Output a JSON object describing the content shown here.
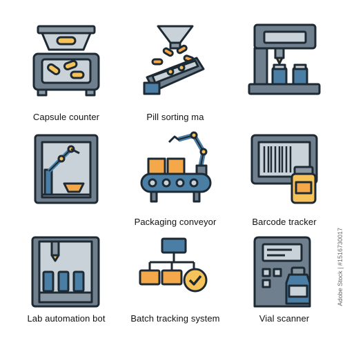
{
  "icons": [
    {
      "label": "Capsule counter",
      "icon": "capsule-counter-icon"
    },
    {
      "label": "Pill sorting ma",
      "icon": "pill-sorting-machine-icon"
    },
    {
      "label": "",
      "icon": "liquid-filling-machine-icon"
    },
    {
      "label": "",
      "icon": "robotic-arm-chamber-icon"
    },
    {
      "label": "Packaging conveyor",
      "icon": "packaging-conveyor-icon"
    },
    {
      "label": "Barcode tracker",
      "icon": "barcode-tracker-icon"
    },
    {
      "label": "Lab automation bot",
      "icon": "lab-automation-bot-icon"
    },
    {
      "label": "Batch tracking system",
      "icon": "batch-tracking-system-icon"
    },
    {
      "label": "Vial scanner",
      "icon": "vial-scanner-icon"
    }
  ],
  "watermark": "Adobe Stock | #1516730017",
  "colors": {
    "outline": "#1e2a33",
    "gray": "#6f7f8d",
    "light_gray": "#c9d2d9",
    "blue": "#4a7ea5",
    "orange": "#f4a84a",
    "yellow": "#f6c35a"
  }
}
